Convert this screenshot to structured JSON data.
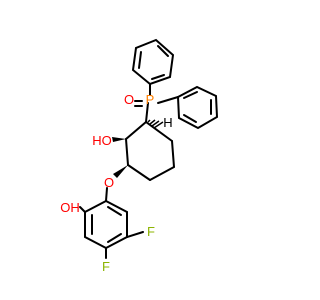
{
  "molecule": {
    "atom_labels": {
      "phosphorus": "P",
      "phosphoryl_oxygen": "O",
      "ring_hydroxyl": "HO",
      "ether_oxygen": "O",
      "phenol_hydroxyl": "OH",
      "fluorine_upper": "F",
      "fluorine_lower": "F",
      "stereo_h": "H"
    },
    "colors": {
      "bond": "#000000",
      "oxygen": "#ff0000",
      "phosphorus": "#ff8000",
      "fluorine": "#8cb400",
      "carbon_hydrogen": "#000000"
    }
  }
}
